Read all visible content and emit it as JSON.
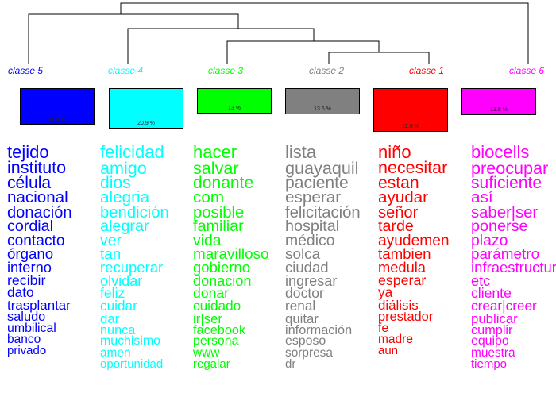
{
  "classes": [
    {
      "label": "classe  5",
      "color": "#0000ff",
      "pct": "18.8 %",
      "pct_value": 18.8,
      "words": [
        "tejido",
        "instituto",
        "célula",
        "nacional",
        "donación",
        "cordial",
        "contacto",
        "órgano",
        "interno",
        "recibir",
        "dato",
        "trasplantar",
        "saludo",
        "umbilical",
        "banco",
        "privado"
      ]
    },
    {
      "label": "classe  4",
      "color": "#00ffff",
      "pct": "20.9 %",
      "pct_value": 20.9,
      "words": [
        "felicidad",
        "amigo",
        "dios",
        "alegria",
        "bendición",
        "alegrar",
        "ver",
        "tan",
        "recuperar",
        "olvidar",
        "feliz",
        "cuidar",
        "dar",
        "nunca",
        "muchisimo",
        "amen",
        "oportunidad"
      ]
    },
    {
      "label": "classe  3",
      "color": "#00ff00",
      "pct": "13 %",
      "pct_value": 13.0,
      "words": [
        "hacer",
        "salvar",
        "donante",
        "com",
        "posible",
        "familiar",
        "vida",
        "maravilloso",
        "gobierno",
        "donacion",
        "donar",
        "cuidado",
        "ir|ser",
        "facebook",
        "persona",
        "www",
        "regalar"
      ]
    },
    {
      "label": "classe  2",
      "color": "#808080",
      "pct": "13.6 %",
      "pct_value": 13.6,
      "words": [
        "lista",
        "guayaquil",
        "paciente",
        "esperar",
        "felicitación",
        "hospital",
        "médico",
        "solca",
        "ciudad",
        "ingresar",
        "doctor",
        "renal",
        "quitar",
        "información",
        "esposo",
        "sorpresa",
        "dr"
      ]
    },
    {
      "label": "classe  1",
      "color": "#ff0000",
      "pct": "22.6 %",
      "pct_value": 22.6,
      "words": [
        "niño",
        "necesitar",
        "estan",
        "ayudar",
        "señor",
        "tarde",
        "ayudemen",
        "tambien",
        "medula",
        "esperar",
        "ya",
        "diálisis",
        "prestador",
        "fe",
        "madre",
        "aun"
      ]
    },
    {
      "label": "classe  6",
      "color": "#ff00ff",
      "pct": "13.8 %",
      "pct_value": 13.8,
      "words": [
        "biocells",
        "preocupar",
        "suficiente",
        "así",
        "saber|ser",
        "ponerse",
        "plazo",
        "parámetro",
        "infraestructura",
        "etc",
        "cliente",
        "crear|creer",
        "publicar",
        "cumplir",
        "equipo",
        "muestra",
        "tiempo"
      ]
    }
  ]
}
